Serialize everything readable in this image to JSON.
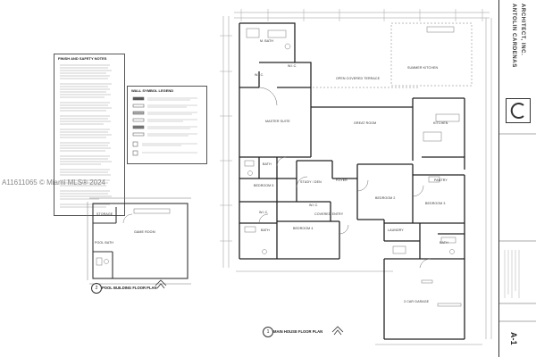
{
  "watermark": "A11611065 © Miami MLS® 2024",
  "notes": {
    "title": "FINISH AND SAFETY NOTES"
  },
  "legend": {
    "title": "WALL SYMBOL LEGEND"
  },
  "firm": {
    "name_line1": "ANTOLIN CARDENAS",
    "name_line2": "ARCHITECT, INC."
  },
  "sheet_number": "A-1",
  "pool_building": {
    "number": "2",
    "caption": "POOL BUILDING FLOOR PLAN",
    "rooms": {
      "storage": "STORAGE",
      "game_room": "GAME ROOM",
      "pool_bath": "POOL BATH"
    }
  },
  "main_house": {
    "number": "1",
    "caption": "MAIN HOUSE FLOOR PLAN",
    "rooms": {
      "master_bath": "M. BATH",
      "wic_top": "W.I.C.",
      "wic_2": "W.I.C.",
      "covered_terrace": "OPEN COVERED TERRACE",
      "summer_kitchen": "SUMMER KITCHEN",
      "master_suite": "MASTER SUITE",
      "great_room": "GREAT ROOM",
      "kitchen": "KITCHEN",
      "bath_top": "BATH",
      "bedroom_5": "BEDROOM 5",
      "study_den": "STUDY / DEN",
      "foyer": "FOYER",
      "bedroom_2": "BEDROOM 2",
      "bedroom_3": "BEDROOM 3",
      "pantry": "PANTRY",
      "wic_mid": "W.I.C.",
      "covered_entry": "COVERED ENTRY",
      "wic_left": "W.I.C.",
      "bath_mid": "BATH",
      "bedroom_4": "BEDROOM 4",
      "laundry": "LAUNDRY",
      "bath_right": "BATH",
      "garage": "3 CAR GARAGE"
    }
  }
}
